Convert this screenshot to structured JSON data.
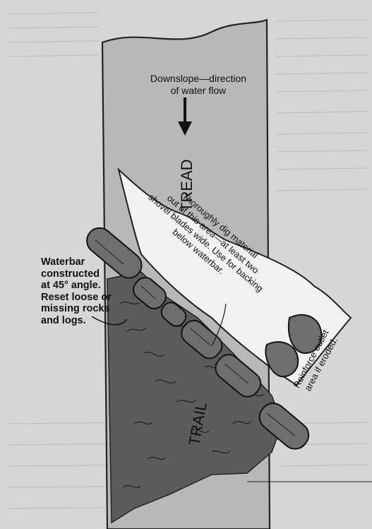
{
  "labels": {
    "downslope_line1": "Downslope—direction",
    "downslope_line2": "of water flow",
    "tread": "TREAD",
    "trail": "TRAIL",
    "dig_line1": "Thoroughly dig material",
    "dig_line2": "out of this area—at least two",
    "dig_line3": "shovel blades wide. Use for backing",
    "dig_line4": "below waterbar.",
    "waterbar_line1": "Waterbar",
    "waterbar_line2": "constructed",
    "waterbar_line3": "at 45° angle.",
    "waterbar_line4": "Reset loose or",
    "waterbar_line5": "missing rocks",
    "waterbar_line6": "and logs.",
    "reinforce_line1": "Reinforce outlet",
    "reinforce_line2": "area if eroded."
  },
  "colors": {
    "page": "#d9d9d9",
    "tread": "#b8b8b8",
    "trail_shadow": "#5a5a5a",
    "logs": "#6e6e6e",
    "dig_area": "#f2f2f2"
  }
}
